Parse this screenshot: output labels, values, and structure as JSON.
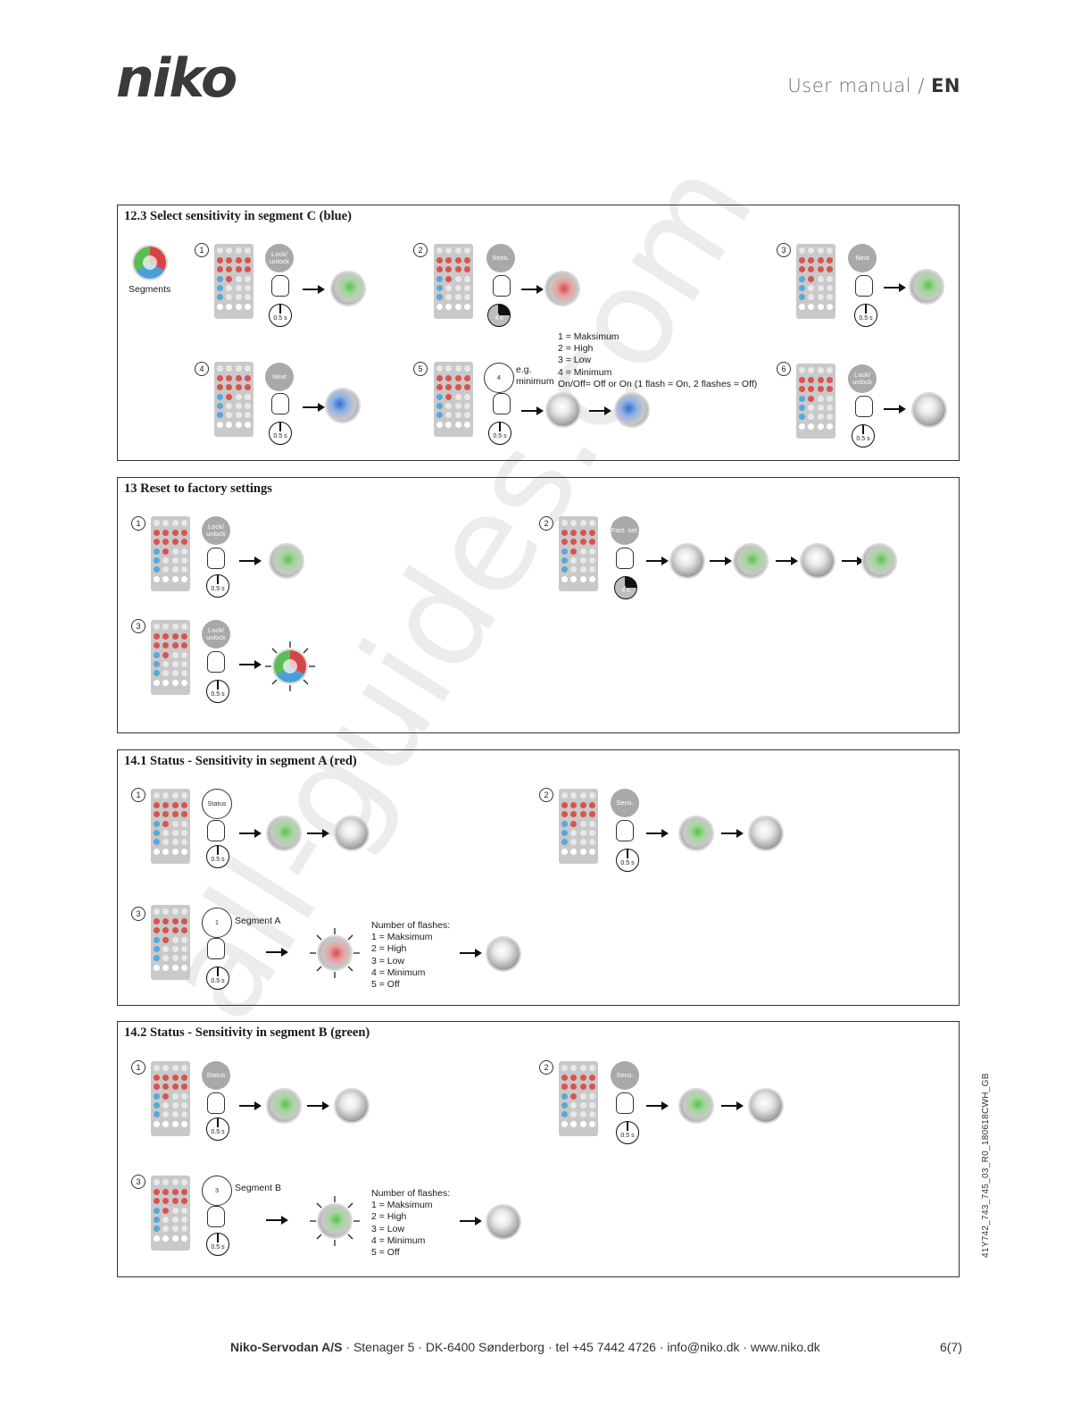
{
  "header": {
    "logo": "niko",
    "manual_label": "User manual",
    "separator": "/",
    "lang": "EN"
  },
  "watermark": "all-guides.com",
  "sections": [
    {
      "title": "12.3 Select sensitivity in segment C (blue)",
      "segments_label": "Segments",
      "steps": [
        "1",
        "2",
        "3",
        "4",
        "5",
        "6"
      ],
      "labels": {
        "lock": "Lock/ unlock",
        "sens": "Sens.",
        "next": "Next",
        "four": "4"
      },
      "timers": {
        "half": "0.5 s",
        "four": "4 s"
      },
      "eg": "e.g. minimum",
      "legend": [
        "1 = Maksimum",
        "2 = High",
        "3 = Low",
        "4 = Minimum",
        "On/Off= Off or On (1 flash = On, 2 flashes = Off)"
      ]
    },
    {
      "title": "13 Reset to factory settings",
      "steps": [
        "1",
        "2",
        "3"
      ],
      "labels": {
        "lock": "Lock/ unlock",
        "fact": "Fact. set."
      },
      "timers": {
        "half": "0.5 s",
        "four": "4 s"
      }
    },
    {
      "title": "14.1 Status - Sensitivity in segment A (red)",
      "steps": [
        "1",
        "2",
        "3"
      ],
      "labels": {
        "status": "Status",
        "sens": "Sens.",
        "one": "1"
      },
      "segment": "Segment A",
      "timers": {
        "half": "0.5 s"
      },
      "flashes_title": "Number of flashes:",
      "flashes": [
        "1 = Maksimum",
        "2 = High",
        "3 = Low",
        "4 = Minimum",
        "5 = Off"
      ]
    },
    {
      "title": "14.2 Status - Sensitivity in segment B (green)",
      "steps": [
        "1",
        "2",
        "3"
      ],
      "labels": {
        "status": "Status",
        "sens": "Sens.",
        "three": "3"
      },
      "segment": "Segment B",
      "timers": {
        "half": "0.5 s"
      },
      "flashes_title": "Number of flashes:",
      "flashes": [
        "1 = Maksimum",
        "2 = High",
        "3 = Low",
        "4 = Minimum",
        "5 = Off"
      ]
    }
  ],
  "footer": {
    "company": "Niko-Servodan A/S",
    "address": "·  Stenager 5  ·  DK-6400 Sønderborg · tel +45 7442 4726  ·  info@niko.dk  ·  www.niko.dk",
    "page": "6(7)"
  },
  "side_code": "41Y742_743_745_03_R0_180618CWH_GB"
}
